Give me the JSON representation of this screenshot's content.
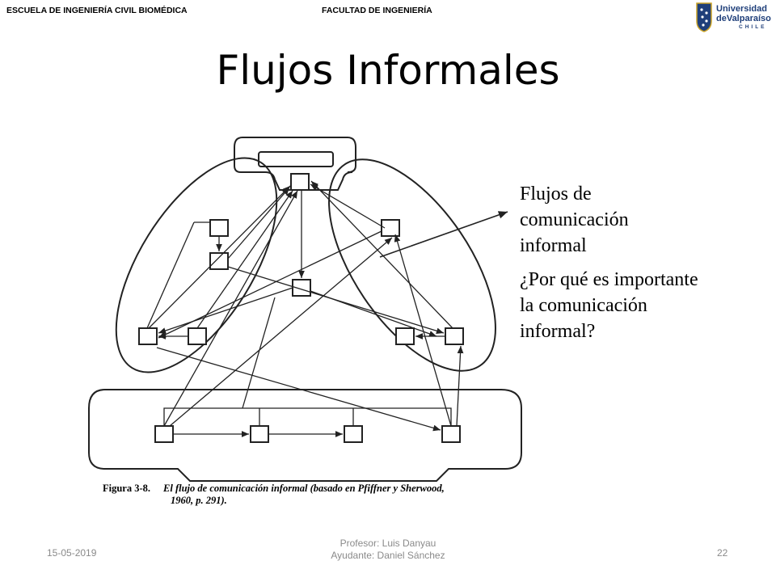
{
  "header": {
    "school": "ESCUELA DE INGENIERÍA CIVIL BIOMÉDICA",
    "faculty": "FACULTAD DE INGENIERÍA"
  },
  "logo": {
    "line1": "Universidad",
    "line2": "deValparaíso",
    "line3": "CHILE",
    "color": "#1f3f7a"
  },
  "slide": {
    "title": "Flujos Informales"
  },
  "sidebar": {
    "label_lines": [
      "Flujos de",
      "comunicación",
      "informal"
    ],
    "question_lines": [
      "¿Por qué es importante",
      "la comunicación",
      "informal?"
    ]
  },
  "figure": {
    "caption_label": "Figura 3-8.",
    "caption_line1": "El flujo de comunicación informal (basado en Pfiffner y Sherwood,",
    "caption_line2": "1960, p. 291)."
  },
  "footer": {
    "date": "15-05-2019",
    "professor": "Profesor: Luis Danyau",
    "assistant": "Ayudante: Daniel Sánchez",
    "page": "22"
  }
}
